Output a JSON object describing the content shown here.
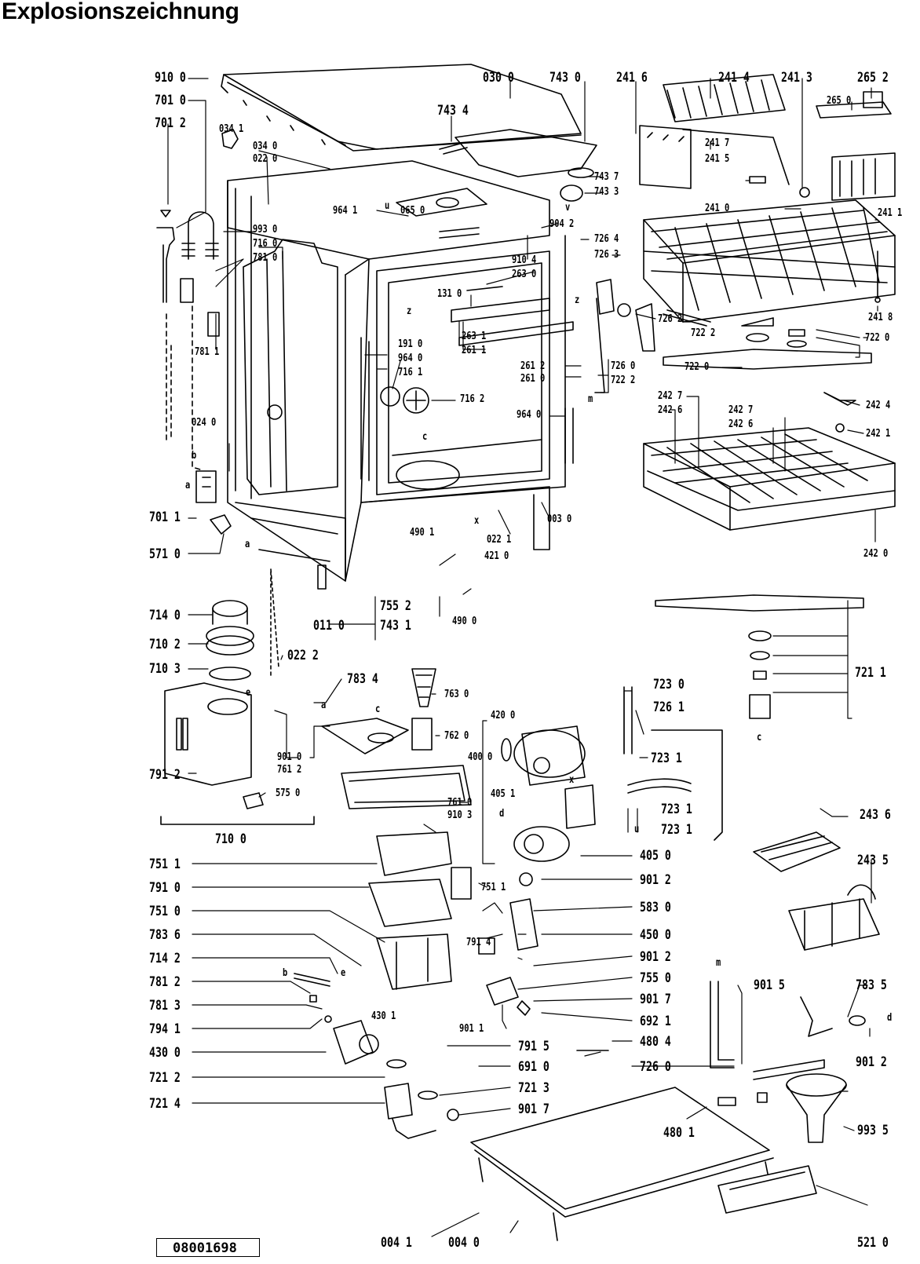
{
  "title": "Explosionszeichnung",
  "document_number": "08001698",
  "parts_labels": {
    "p9100": "910 0",
    "p7010": "701 0",
    "p7012": "701 2",
    "p0341": "034 1",
    "p0340": "034 0",
    "p0220": "022 0",
    "p0300": "030 0",
    "p7430": "743 0",
    "p7434": "743 4",
    "p2416": "241 6",
    "p2414": "241 4",
    "p2413": "241 3",
    "p2652": "265 2",
    "p2650": "265 0",
    "p2417": "241 7",
    "p2415": "241 5",
    "p2410": "241 0",
    "p2411": "241 1",
    "p7437": "743 7",
    "p7433": "743 3",
    "p9930": "993 0",
    "p7160": "716 0",
    "p7810": "781 0",
    "p9641": "964 1",
    "p0650": "065 0",
    "p9042": "904 2",
    "p7264": "726 4",
    "p7263": "726 3",
    "p9104": "910 4",
    "p2630": "263 0",
    "p1310": "131 0",
    "p7262": "726 2",
    "p2418": "241 8",
    "p7222": "722 2",
    "p7220": "722 0",
    "p7811": "781 1",
    "p2631": "263 1",
    "p2611": "261 1",
    "p1910": "191 0",
    "p9640": "964 0",
    "p2612": "261 2",
    "p2610": "261 0",
    "p7260": "726 0",
    "p7161": "716 1",
    "p7162": "716 2",
    "p2427": "242 7",
    "p2426": "242 6",
    "p2424": "242 4",
    "p2421": "242 1",
    "p2420": "242 0",
    "p0240": "024 0",
    "p7011": "701 1",
    "p5710": "571 0",
    "p0030": "003 0",
    "p0221": "022 1",
    "p4901": "490 1",
    "p4210": "421 0",
    "p4900": "490 0",
    "p7552": "755 2",
    "p7431": "743 1",
    "p0110": "011 0",
    "p7140": "714 0",
    "p7102": "710 2",
    "p7103": "710 3",
    "p0222": "022 2",
    "p7834": "783 4",
    "p7630": "763 0",
    "p7620": "762 0",
    "p4200": "420 0",
    "p4000": "400 0",
    "p7230": "723 0",
    "p7261": "726 1",
    "p7231": "723 1",
    "p7211": "721 1",
    "p9010": "901 0",
    "p7612": "761 2",
    "p7912": "791 2",
    "p5750": "575 0",
    "p7100": "710 0",
    "p7610": "761 0",
    "p9103": "910 3",
    "p4051": "405 1",
    "p4050": "405 0",
    "p2436": "243 6",
    "p2435": "243 5",
    "p7511": "751 1",
    "p7910": "791 0",
    "p7510": "751 0",
    "p7836": "783 6",
    "p7142": "714 2",
    "p7812": "781 2",
    "p7813": "781 3",
    "p7941": "794 1",
    "p4300": "430 0",
    "p7212": "721 2",
    "p7214": "721 4",
    "p9012": "901 2",
    "p7511b": "751 1",
    "p5830": "583 0",
    "p4500": "450 0",
    "p7914": "791 4",
    "p7550": "755 0",
    "p9017": "901 7",
    "p6921": "692 1",
    "p4301": "430 1",
    "p9011": "901 1",
    "p7915": "791 5",
    "p6910": "691 0",
    "p7213": "721 3",
    "p4804": "480 4",
    "p9015": "901 5",
    "p7835": "783 5",
    "p4801": "480 1",
    "p9935": "993 5",
    "p0041": "004 1",
    "p0040": "004 0",
    "p5210": "521 0"
  },
  "letters": {
    "a": "a",
    "b": "b",
    "c": "c",
    "d": "d",
    "e": "e",
    "m": "m",
    "u": "u",
    "v": "v",
    "x": "x",
    "z": "z"
  }
}
